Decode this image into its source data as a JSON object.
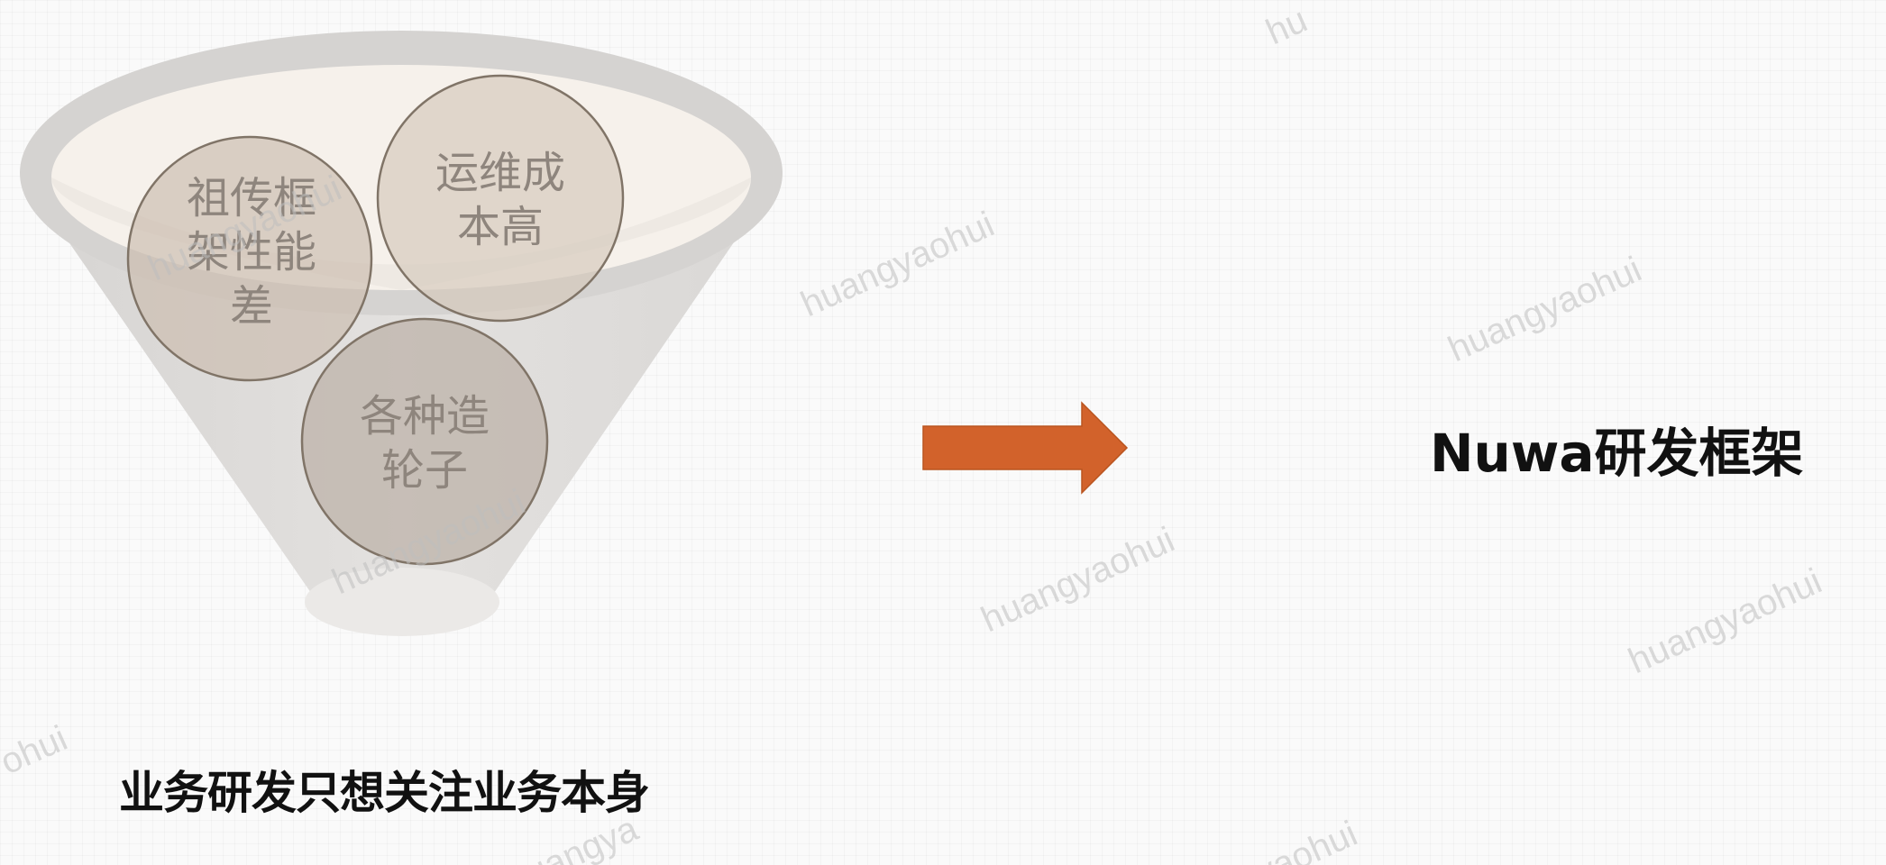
{
  "diagram": {
    "funnel_circles": [
      {
        "lines": [
          "祖传框",
          "架性能",
          "差"
        ]
      },
      {
        "lines": [
          "运维成",
          "本高"
        ]
      },
      {
        "lines": [
          "各种造",
          "轮子"
        ]
      }
    ],
    "left_caption": "业务研发只想关注业务本身",
    "right_caption": "Nuwa研发框架",
    "arrow_color": "#d2622b"
  },
  "watermark": {
    "text": "huangyaohui",
    "partial_texts": [
      "hu",
      "ohui",
      "huangya",
      "gyaohui"
    ]
  }
}
